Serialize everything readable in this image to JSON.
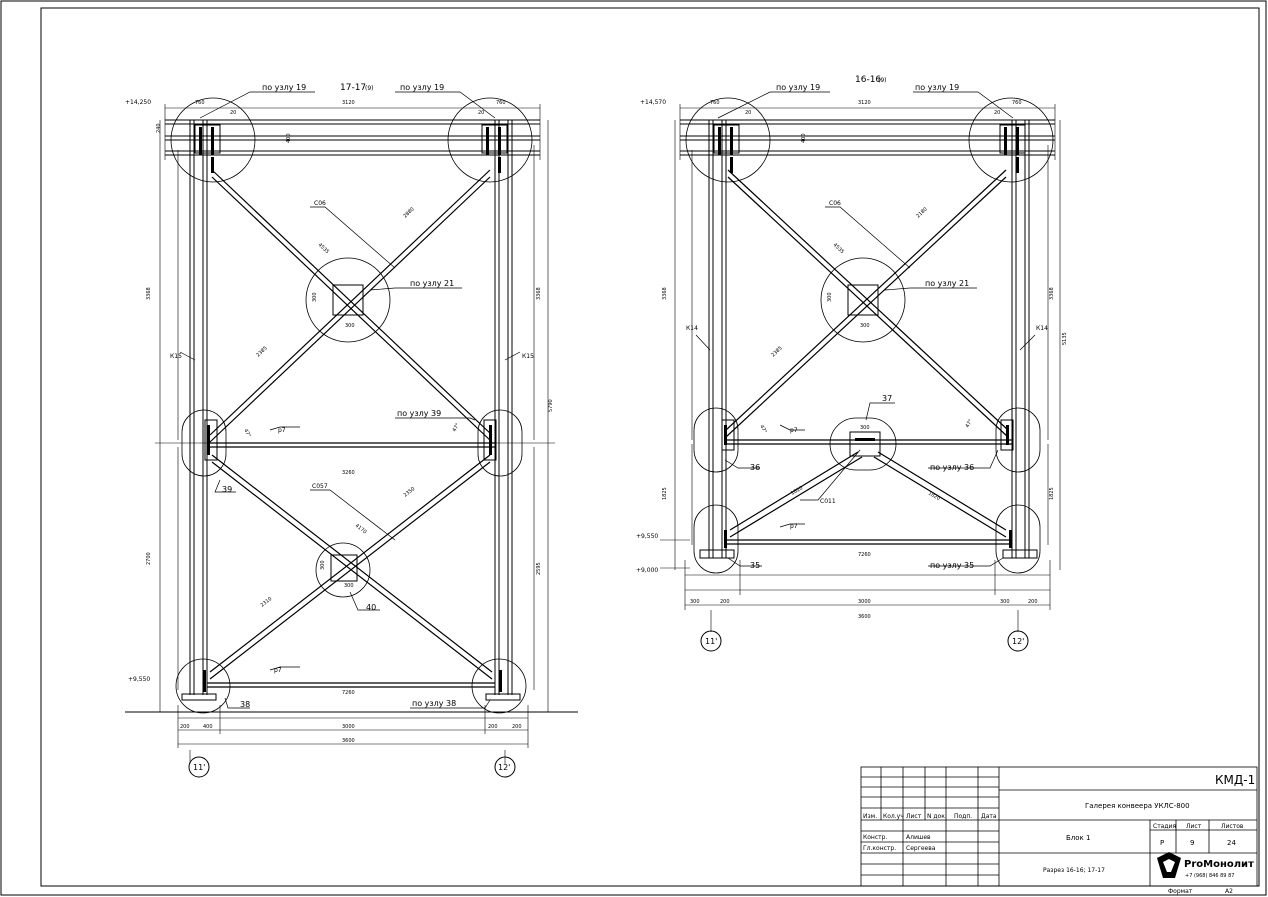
{
  "sections": {
    "left": {
      "title": "17-17",
      "title_suffix": "(9)",
      "elev_top": "+14,250",
      "elev_bottom": "+9,550",
      "axes": [
        "11'",
        "12'"
      ],
      "callouts": {
        "node19_left": "по узлу 19",
        "node19_right": "по узлу 19",
        "node21": "по узлу 21",
        "node39": "по узлу 39",
        "node38": "по узлу 38",
        "n39": "39",
        "n38": "38",
        "n40": "40"
      },
      "column_labels": [
        "К15",
        "К15"
      ],
      "member_labels": {
        "top_brace": "С06",
        "bottom_brace": "С057",
        "strut_mid": "р7",
        "strut_bot": "р7"
      },
      "dims": {
        "top_760_left": "760",
        "top_760_right": "760",
        "top_20_left": "20",
        "top_20_right": "20",
        "top_span": "3120",
        "mid_span": "3260",
        "bot_span": "7260",
        "bot_3000": "3000",
        "bot_3600": "3600",
        "bot_200_l": "200",
        "bot_400_l": "400",
        "bot_200_r": "200",
        "bot_200_rr": "200",
        "brace_len1": "4535",
        "brace_len2": "2880",
        "brace_len3": "2385",
        "brace_len4": "4170",
        "brace_len5": "2350",
        "brace_len6": "2310",
        "node_dim_300a": "300",
        "node_dim_300b": "300",
        "node_dim_300c": "300",
        "node_dim_300d": "300",
        "vert_left1": "3368",
        "vert_left2": "2700",
        "vert_right1": "3368",
        "vert_right2": "2595",
        "vert_right_total": "5790",
        "vert_400": "400",
        "vert_240": "240",
        "angle1": "47°",
        "angle2": "47°"
      }
    },
    "right": {
      "title": "16-16",
      "title_suffix": "(9)",
      "elev_top": "+14,570",
      "elev_mid": "+9,550",
      "elev_bottom": "+9,000",
      "axes": [
        "11'",
        "12'"
      ],
      "callouts": {
        "node19_left": "по узлу 19",
        "node19_right": "по узлу 19",
        "node21": "по узлу 21",
        "node36": "по узлу 36",
        "node35": "по узлу 35",
        "n36": "36",
        "n35": "35",
        "n37": "37"
      },
      "column_labels": [
        "К14",
        "К14"
      ],
      "member_labels": {
        "top_brace": "С06",
        "bottom_brace": "С011",
        "strut_mid": "р7",
        "strut_bot": "р7"
      },
      "dims": {
        "top_760_left": "760",
        "top_760_right": "760",
        "top_20_left": "20",
        "top_20_right": "20",
        "top_span": "3120",
        "bot_span": "7260",
        "bot_3000": "3000",
        "bot_3600": "3600",
        "bot_300_l": "300",
        "bot_200_l": "200",
        "bot_300_r": "300",
        "bot_200_r": "200",
        "brace_len1": "4535",
        "brace_len2": "2385",
        "brace_len3": "2180",
        "brace_len4": "1820",
        "brace_len5": "1820",
        "node_dim_300a": "300",
        "node_dim_300b": "300",
        "node_dim_300c": "300",
        "vert_left1": "3368",
        "vert_left2": "1825",
        "vert_right1": "3368",
        "vert_right2": "1825",
        "vert_right_total": "5135",
        "vert_400": "400",
        "angle1": "47°",
        "angle2": "47°"
      }
    }
  },
  "title_block": {
    "doc_code": "КМД-1",
    "project": "Галерея конвеера УКЛС-800",
    "sheet_name": "Блок 1",
    "drawing_title": "Разрез 16-16; 17-17",
    "headers": [
      "Изм.",
      "Кол.уч",
      "Лист",
      "N док.",
      "Подп.",
      "Дата"
    ],
    "roles": [
      {
        "role": "Констр.",
        "name": "Алишев"
      },
      {
        "role": "Гл.констр.",
        "name": "Сергеева"
      }
    ],
    "stage_label": "Стадия",
    "sheet_label": "Лист",
    "sheets_label": "Листов",
    "stage": "Р",
    "sheet": "9",
    "sheets": "24",
    "company": "PrоМонолит",
    "phone": "+7 (968) 846 89 87",
    "format_label": "Формат",
    "format": "А2"
  },
  "colors": {
    "line": "#000000",
    "paper": "#ffffff"
  }
}
